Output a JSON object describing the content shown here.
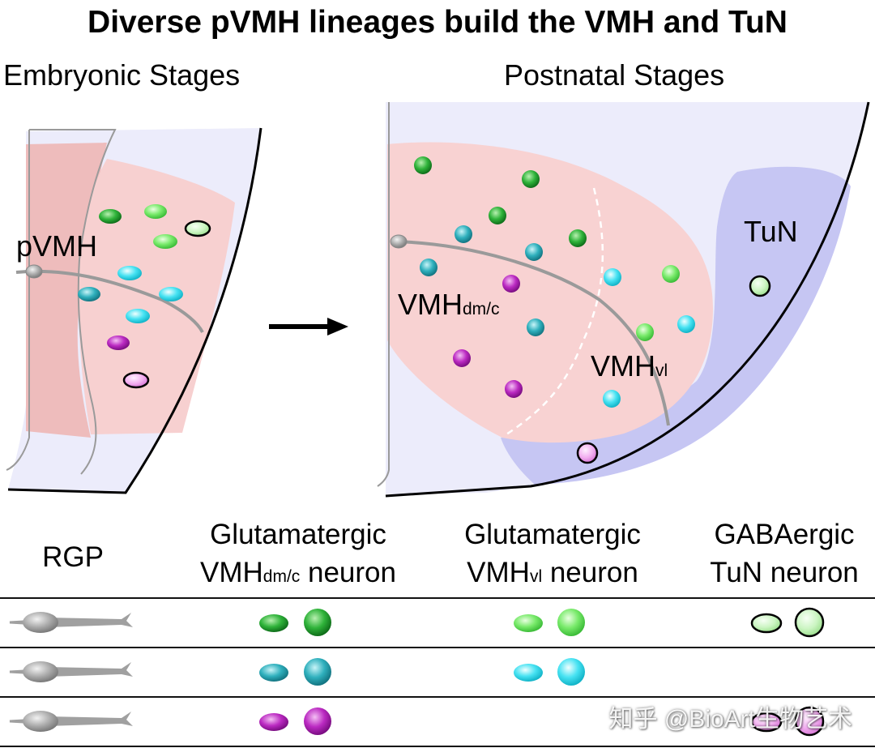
{
  "title": "Diverse pVMH lineages build the VMH and TuN",
  "stages": {
    "embryonic": "Embryonic Stages",
    "postnatal": "Postnatal Stages"
  },
  "labels": {
    "pvmh": "pVMH",
    "vmh_dmc_main": "VMH",
    "vmh_dmc_sub": "dm/c",
    "vmh_vl_main": "VMH",
    "vmh_vl_sub": "vl",
    "tun": "TuN"
  },
  "legend": {
    "col_rgp": "RGP",
    "col_dmc_line1": "Glutamatergic",
    "col_dmc_line2_main": "VMH",
    "col_dmc_line2_sub": "dm/c",
    "col_dmc_line2_end": " neuron",
    "col_vl_line1": "Glutamatergic",
    "col_vl_line2_main": "VMH",
    "col_vl_line2_sub": "vl",
    "col_vl_line2_end": " neuron",
    "col_tun_line1": "GABAergic",
    "col_tun_line2": "TuN neuron"
  },
  "colors": {
    "dark_green": "#1f9a2e",
    "light_green": "#6ee466",
    "pale_green": "#c8f5c0",
    "teal": "#2aaab8",
    "cyan": "#3ee0f0",
    "magenta": "#b81fc0",
    "pink": "#f0a8ee",
    "rgp_gray": "#9a9a9a",
    "pink_region": "#f7cfcf",
    "blue_region": "#c8c8f2",
    "background_region": "#ececfb"
  },
  "watermark": "知乎 @BioArt生物艺术"
}
